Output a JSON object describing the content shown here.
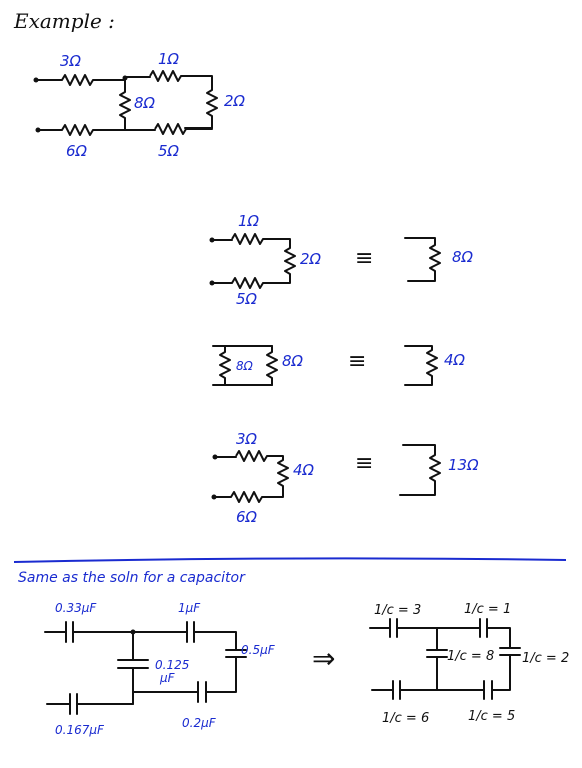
{
  "title": "Example :",
  "circuit1": {
    "r_top_left": "3Ω",
    "r_top_right": "1Ω",
    "r_mid": "8Ω",
    "r_right": "2Ω",
    "r_bot_left": "6Ω",
    "r_bot_right": "5Ω"
  },
  "step1": {
    "r_top": "1Ω",
    "r_right": "2Ω",
    "r_bot": "5Ω",
    "equiv_symbol": "≡",
    "result": "8Ω"
  },
  "step2": {
    "r_left": "8Ω",
    "r_right": "8Ω",
    "equiv_symbol": "≡",
    "result": "4Ω"
  },
  "step3": {
    "r_top": "3Ω",
    "r_right": "4Ω",
    "r_bot": "6Ω",
    "equiv_symbol": "≡",
    "result": "13Ω"
  },
  "note": "Same as the soln for a capacitor",
  "cap_circuit": {
    "c_top_left": "0.33μF",
    "c_top_right": "1μF",
    "c_mid": "0.125",
    "c_mid_unit": "μF",
    "c_right": "0.5μF",
    "c_bot_left": "0.167μF",
    "c_bot_right": "0.2μF"
  },
  "arrow": "⇒",
  "inv_circuit": {
    "c_top_left": "1/c = 3",
    "c_top_right": "1/c = 1",
    "c_mid": "1/c = 8",
    "c_right": "1/c = 2",
    "c_bot_left": "1/c = 6",
    "c_bot_right": "1/c = 5"
  }
}
